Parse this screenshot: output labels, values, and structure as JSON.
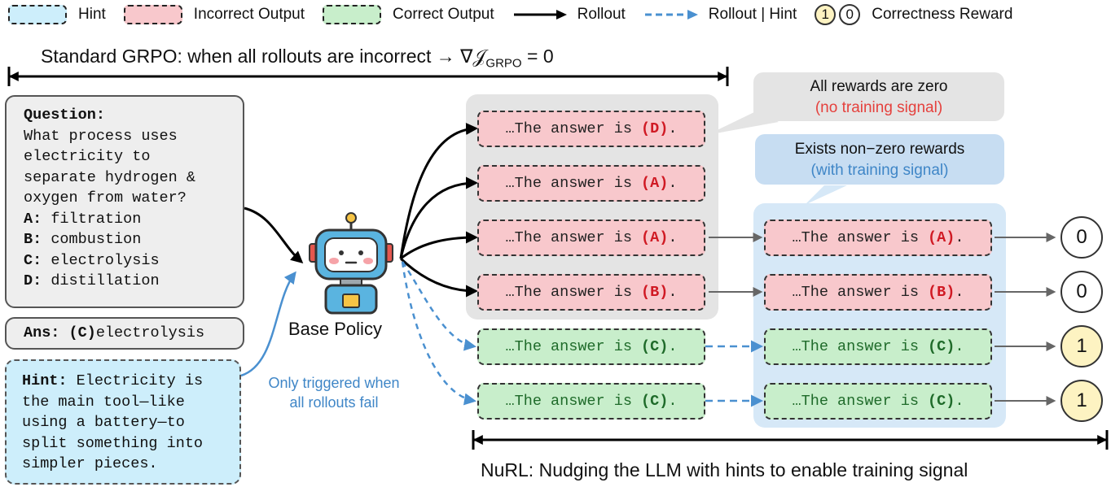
{
  "legend": {
    "hint": "Hint",
    "incorrect": "Incorrect Output",
    "correct": "Correct Output",
    "rollout": "Rollout",
    "rollout_hint": "Rollout | Hint",
    "reward_one": "1",
    "reward_zero": "0",
    "reward_label": "Correctness Reward"
  },
  "grpo": {
    "label": "Standard GRPO: when all rollouts are incorrect → ∇𝒥",
    "sub": "GRPO",
    "tail": " = 0"
  },
  "question": {
    "label": "Question:",
    "lines": [
      "What process uses",
      "electricity to",
      "separate hydrogen &",
      "oxygen from water?"
    ],
    "options": [
      {
        "key": "A:",
        "text": " filtration"
      },
      {
        "key": "B:",
        "text": " combustion"
      },
      {
        "key": "C:",
        "text": " electrolysis"
      },
      {
        "key": "D:",
        "text": " distillation"
      }
    ]
  },
  "answer": {
    "label": "Ans: (C)",
    "text": "electrolysis"
  },
  "hint": {
    "label": "Hint:",
    "lines": [
      " Electricity is",
      "the main tool—like",
      "using a battery—to",
      "split something into",
      "simpler pieces."
    ]
  },
  "policy": {
    "label": "Base Policy"
  },
  "trigger_note": {
    "line1": "Only triggered when",
    "line2": "all rollouts fail"
  },
  "rollouts": {
    "prefix": "…The answer is ",
    "items": [
      {
        "ans": "(D)",
        "status": "incorrect"
      },
      {
        "ans": "(A)",
        "status": "incorrect"
      },
      {
        "ans": "(A)",
        "status": "incorrect"
      },
      {
        "ans": "(B)",
        "status": "incorrect"
      },
      {
        "ans": "(C)",
        "status": "correct"
      },
      {
        "ans": "(C)",
        "status": "correct"
      }
    ],
    "suffix": "."
  },
  "nurl_rollouts": [
    {
      "ans": "(A)",
      "status": "incorrect",
      "reward": "0"
    },
    {
      "ans": "(B)",
      "status": "incorrect",
      "reward": "0"
    },
    {
      "ans": "(C)",
      "status": "correct",
      "reward": "1"
    },
    {
      "ans": "(C)",
      "status": "correct",
      "reward": "1"
    }
  ],
  "callout_zero": {
    "line1": "All rewards are zero",
    "line2": "(no training signal)"
  },
  "callout_nonzero": {
    "line1": "Exists non−zero rewards",
    "line2": "(with training signal)"
  },
  "nurl": {
    "label": "NuRL: Nudging the LLM with hints to enable training signal"
  },
  "colors": {
    "hint_fill": "#cdeefb",
    "incorrect_fill": "#f8c8cc",
    "correct_fill": "#c8eecb",
    "gray_panel": "#e4e4e4",
    "blue_panel": "#d6e8f7",
    "hint_arrow": "#4a90d0",
    "incorrect_text": "#d01a24",
    "correct_text": "#1f6b2a"
  }
}
